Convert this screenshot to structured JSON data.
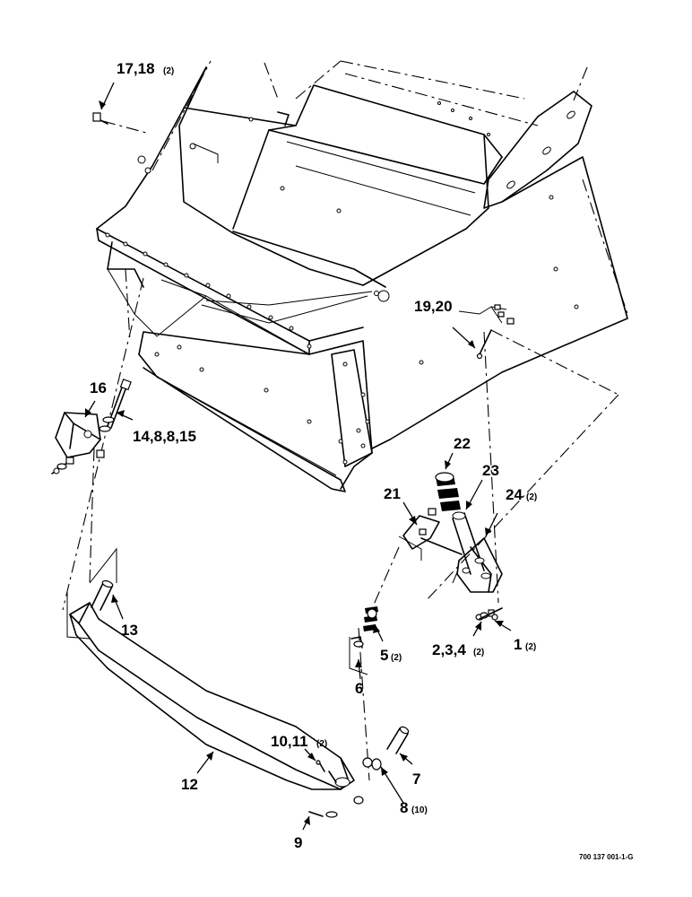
{
  "drawing": {
    "callouts": {
      "c1": {
        "label": "17,18",
        "qty": "(2)"
      },
      "c2": {
        "label": "19,20",
        "qty": ""
      },
      "c3": {
        "label": "16",
        "qty": ""
      },
      "c4": {
        "label": "14,8,8,15",
        "qty": ""
      },
      "c5": {
        "label": "22",
        "qty": ""
      },
      "c6": {
        "label": "23",
        "qty": ""
      },
      "c7": {
        "label": "21",
        "qty": ""
      },
      "c8": {
        "label": "24",
        "qty": "(2)"
      },
      "c9": {
        "label": "13",
        "qty": ""
      },
      "c10": {
        "label": "5",
        "qty": "(2)"
      },
      "c11": {
        "label": "2,3,4",
        "qty": "(2)"
      },
      "c12": {
        "label": "1",
        "qty": "(2)"
      },
      "c13": {
        "label": "6",
        "qty": ""
      },
      "c14": {
        "label": "10,11",
        "qty": "(2)"
      },
      "c15": {
        "label": "7",
        "qty": ""
      },
      "c16": {
        "label": "12",
        "qty": ""
      },
      "c17": {
        "label": "8",
        "qty": "(10)"
      },
      "c18": {
        "label": "9",
        "qty": ""
      }
    },
    "document_number": "700 137 001-1-G"
  }
}
